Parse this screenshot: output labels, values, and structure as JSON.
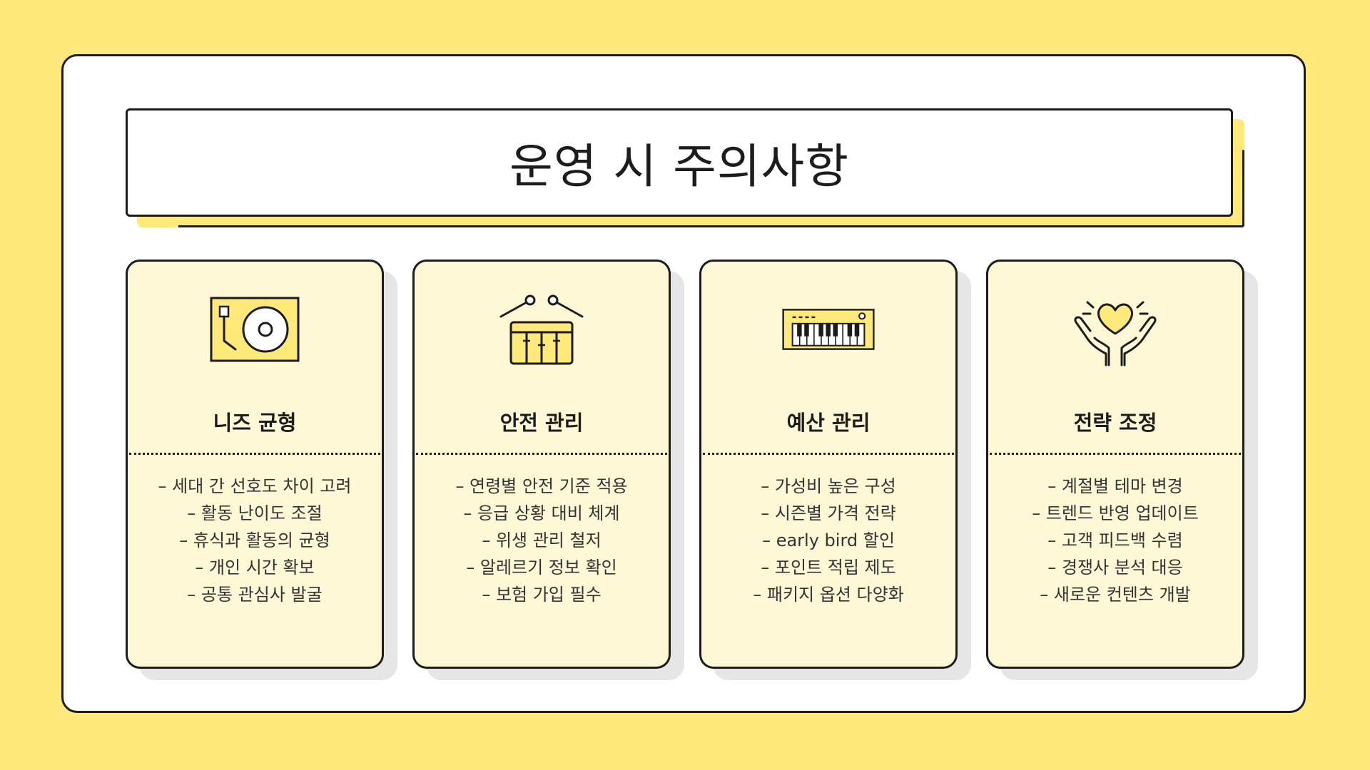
{
  "title": "운영 시 주의사항",
  "colors": {
    "background": "#FFE97A",
    "card_fill": "#FFF8D6",
    "accent": "#FFE97A",
    "outline": "#1c1c1c"
  },
  "cards": [
    {
      "icon": "turntable-icon",
      "heading": "니즈 균형",
      "items": [
        "– 세대 간 선호도 차이 고려",
        "– 활동 난이도 조절",
        "– 휴식과 활동의 균형",
        "– 개인 시간 확보",
        "– 공통 관심사 발굴"
      ]
    },
    {
      "icon": "drum-icon",
      "heading": "안전 관리",
      "items": [
        "– 연령별 안전 기준 적용",
        "– 응급 상황 대비 체계",
        "– 위생 관리 철저",
        "– 알레르기 정보 확인",
        "– 보험 가입 필수"
      ]
    },
    {
      "icon": "keyboard-icon",
      "heading": "예산 관리",
      "items": [
        "– 가성비 높은 구성",
        "– 시즌별 가격 전략",
        "– early bird 할인",
        "– 포인트 적립 제도",
        "– 패키지 옵션 다양화"
      ]
    },
    {
      "icon": "heart-hands-icon",
      "heading": "전략 조정",
      "items": [
        "– 계절별 테마 변경",
        "– 트렌드 반영 업데이트",
        "– 고객 피드백 수렴",
        "– 경쟁사 분석 대응",
        "– 새로운 컨텐츠 개발"
      ]
    }
  ]
}
